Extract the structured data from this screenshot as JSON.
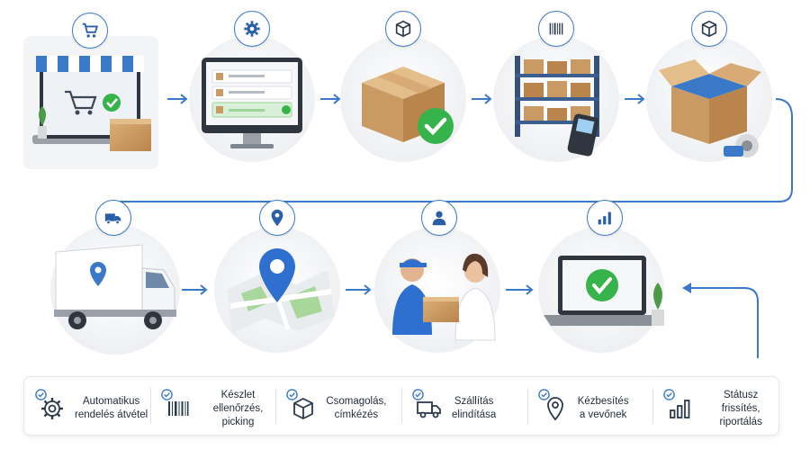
{
  "colors": {
    "accent": "#3a79c8",
    "check_green": "#36b34a",
    "cardboard": "#c99a63",
    "dark": "#2f3640"
  },
  "steps_top": [
    {
      "id": "online-order",
      "icon": "cart-icon"
    },
    {
      "id": "order-system",
      "icon": "gear-icon"
    },
    {
      "id": "order-confirmed",
      "icon": "box-icon"
    },
    {
      "id": "warehouse",
      "icon": "barcode-icon"
    },
    {
      "id": "packing",
      "icon": "box-icon"
    }
  ],
  "steps_bottom": [
    {
      "id": "truck-shipping",
      "icon": "truck-icon"
    },
    {
      "id": "map-location",
      "icon": "location-pin-icon"
    },
    {
      "id": "handover",
      "icon": "user-icon"
    },
    {
      "id": "status-done",
      "icon": "bar-chart-icon"
    }
  ],
  "legend": [
    {
      "line1": "Automatikus",
      "line2": "rendelés átvétel",
      "icon": "gear-icon"
    },
    {
      "line1": "Készlet ellenőrzés,",
      "line2": "picking",
      "icon": "barcode-icon"
    },
    {
      "line1": "Csomagolás,",
      "line2": "címkézés",
      "icon": "box-icon"
    },
    {
      "line1": "Szállítás",
      "line2": "elindítása",
      "icon": "truck-icon"
    },
    {
      "line1": "Kézbesítés",
      "line2": "a vevőnek",
      "icon": "location-pin-icon"
    },
    {
      "line1": "Státusz frissítés,",
      "line2": "riportálás",
      "icon": "bar-chart-icon"
    }
  ]
}
